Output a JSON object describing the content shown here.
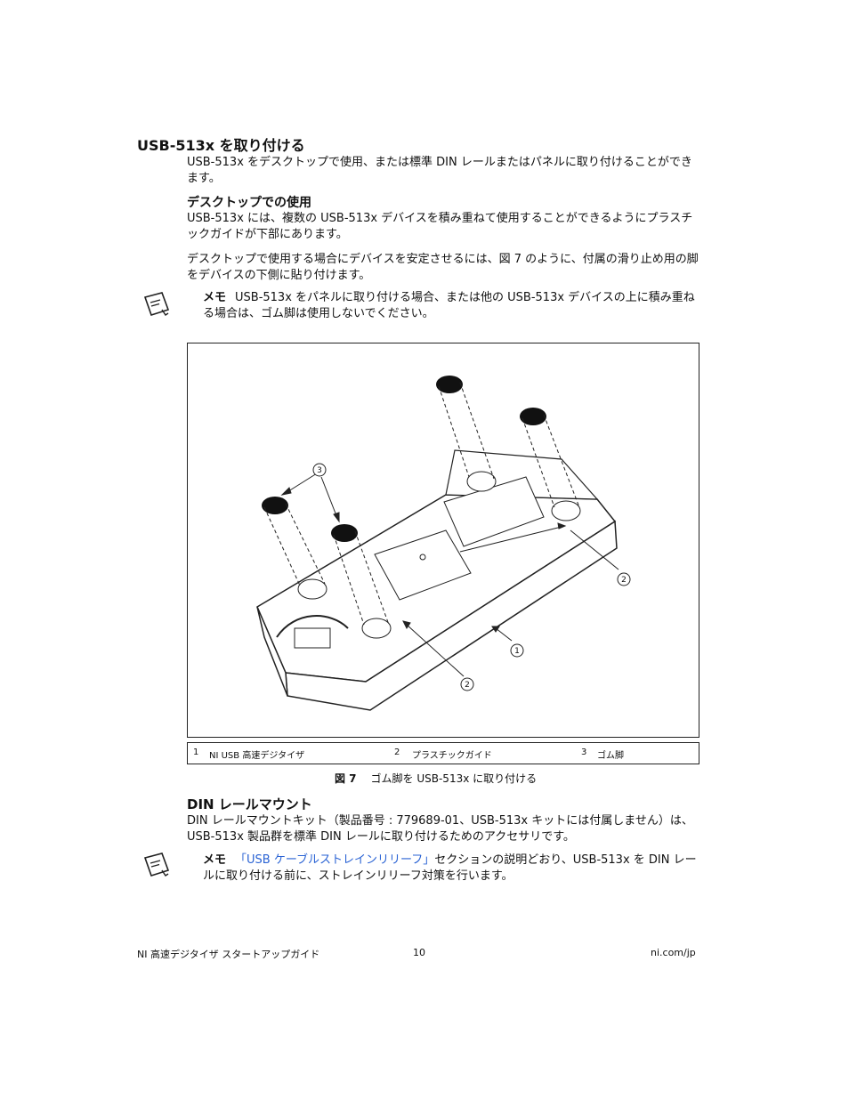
{
  "section": {
    "title": "USB-513x を取り付ける",
    "intro": "USB-513x をデスクトップで使用、または標準 DIN レールまたはパネルに取り付けることができます。"
  },
  "desktop": {
    "heading": "デスクトップでの使用",
    "para1": "USB-513x には、複数の USB-513x デバイスを積み重ねて使用することができるようにプラスチックガイドが下部にあります。",
    "para2": "デスクトップで使用する場合にデバイスを安定させるには、図 7 のように、付属の滑り止め用の脚をデバイスの下側に貼り付けます。",
    "note_label": "メモ",
    "note_text": "USB-513x をパネルに取り付ける場合、または他の USB-513x デバイスの上に積み重ねる場合は、ゴム脚は使用しないでください。"
  },
  "figure": {
    "callouts": [
      "1",
      "2",
      "2",
      "3"
    ],
    "legend": [
      {
        "num": "1",
        "text": "NI USB 高速デジタイザ"
      },
      {
        "num": "2",
        "text": "プラスチックガイド"
      },
      {
        "num": "3",
        "text": "ゴム脚"
      }
    ],
    "caption_label": "図 7",
    "caption_text": "ゴム脚を USB-513x に取り付ける"
  },
  "din": {
    "heading": "DIN レールマウント",
    "para": "DIN レールマウントキット（製品番号 : 779689-01、USB-513x キットには付属しません）は、USB-513x 製品群を標準 DIN レールに取り付けるためのアクセサリです。",
    "note_label": "メモ",
    "note_link": "「USB ケーブルストレインリリーフ」",
    "note_text": "セクションの説明どおり、USB-513x を DIN レールに取り付ける前に、ストレインリリーフ対策を行います。"
  },
  "footer": {
    "left": "NI 高速デジタイザ スタートアップガイド",
    "page": "10",
    "right": "ni.com/jp"
  }
}
